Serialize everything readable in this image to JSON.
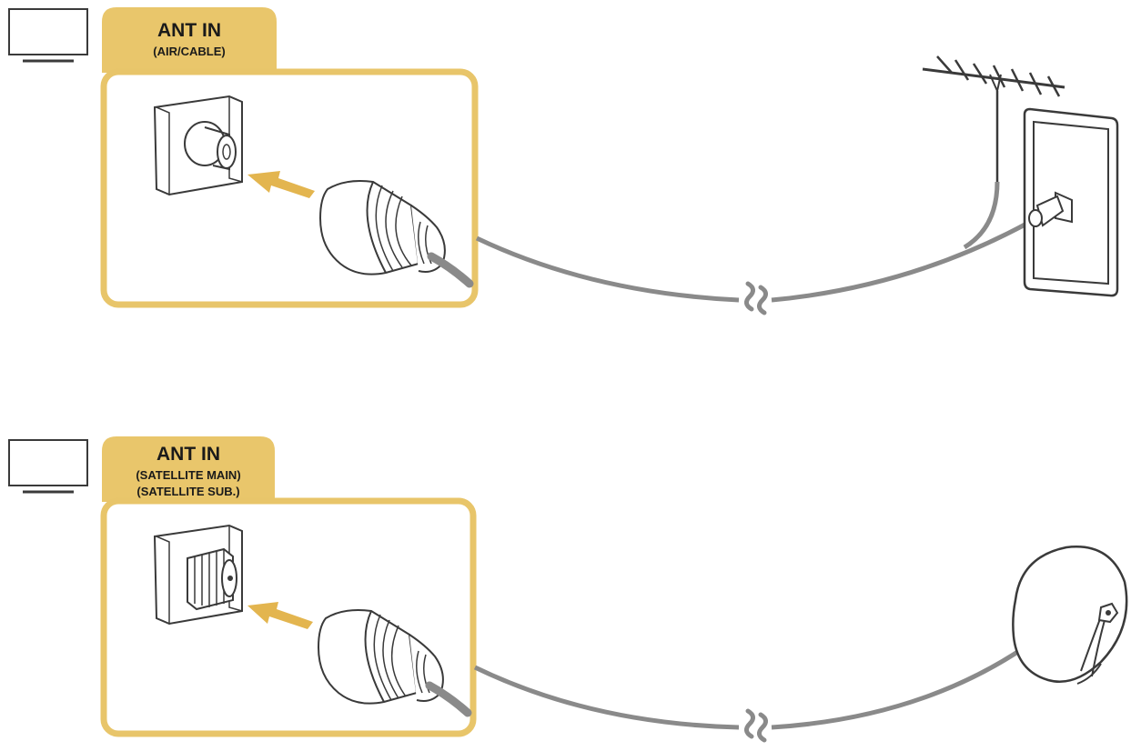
{
  "colors": {
    "accent": "#e8c56a",
    "tab_fill": "#e9c66b",
    "cable": "#8a8a8a",
    "outline": "#3a3a3a",
    "background": "#ffffff"
  },
  "panels": [
    {
      "id": "air-cable",
      "tab_title": "ANT IN",
      "tab_lines": [
        "(AIR/CABLE)"
      ],
      "device_icon": "tv-icon",
      "port_icon": "coaxial-port-icon",
      "plug_icon": "coaxial-plug-icon",
      "arrow_icon": "insert-arrow-icon",
      "source_icon": "antenna-icon",
      "wall_icon": "wall-outlet-icon",
      "break_icon": "cable-break-icon"
    },
    {
      "id": "satellite",
      "tab_title": "ANT IN",
      "tab_lines": [
        "(SATELLITE MAIN)",
        "(SATELLITE SUB.)"
      ],
      "device_icon": "tv-icon",
      "port_icon": "f-type-port-icon",
      "plug_icon": "f-type-plug-icon",
      "arrow_icon": "insert-arrow-icon",
      "source_icon": "satellite-dish-icon",
      "break_icon": "cable-break-icon"
    }
  ]
}
